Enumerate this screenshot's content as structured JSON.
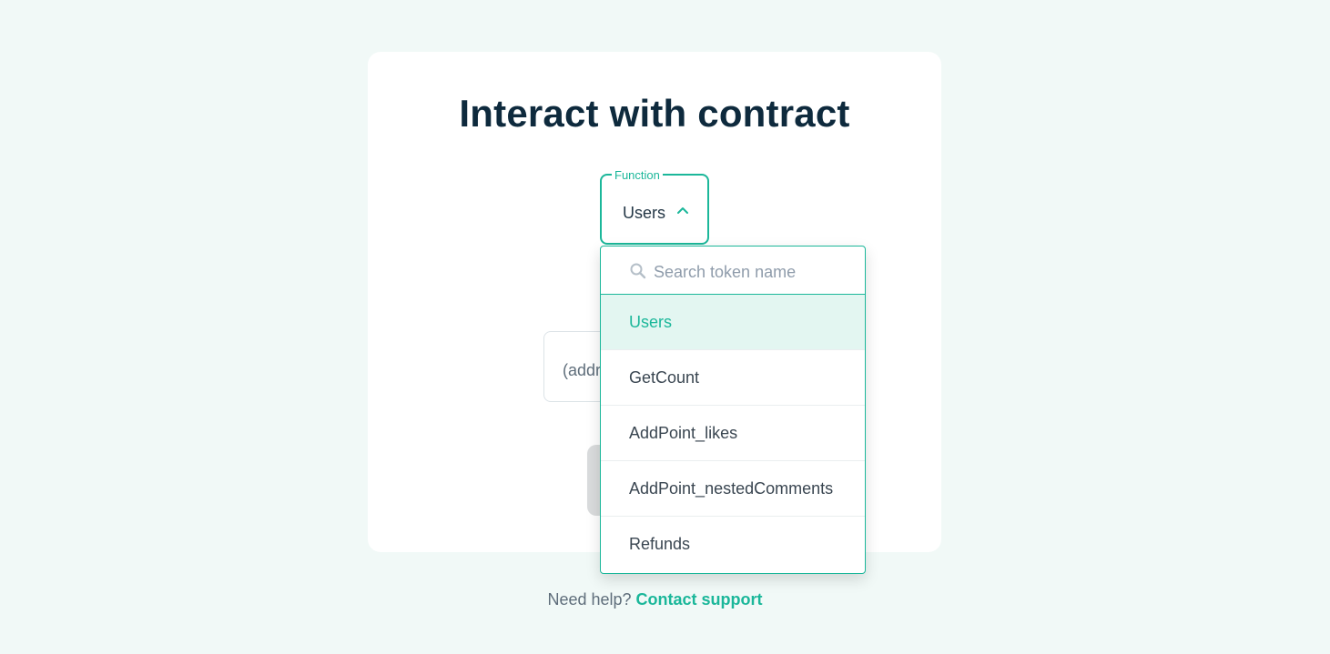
{
  "page": {
    "title": "Interact with contract"
  },
  "function_select": {
    "label": "Function",
    "value": "Users",
    "chevron_icon": "chevron-up-icon"
  },
  "address_input": {
    "value": "(addr"
  },
  "dropdown": {
    "search_placeholder": "Search token name",
    "search_icon": "search-icon",
    "options": [
      {
        "label": "Users",
        "selected": true
      },
      {
        "label": "GetCount",
        "selected": false
      },
      {
        "label": "AddPoint_likes",
        "selected": false
      },
      {
        "label": "AddPoint_nestedComments",
        "selected": false
      },
      {
        "label": "Refunds",
        "selected": false
      }
    ]
  },
  "footer": {
    "help_text": "Need help?",
    "contact_link": "Contact support"
  },
  "colors": {
    "accent": "#1bb79a",
    "background": "#f1f9f7",
    "title": "#0e2a3d",
    "selected_option_bg": "#e3f6f1"
  }
}
